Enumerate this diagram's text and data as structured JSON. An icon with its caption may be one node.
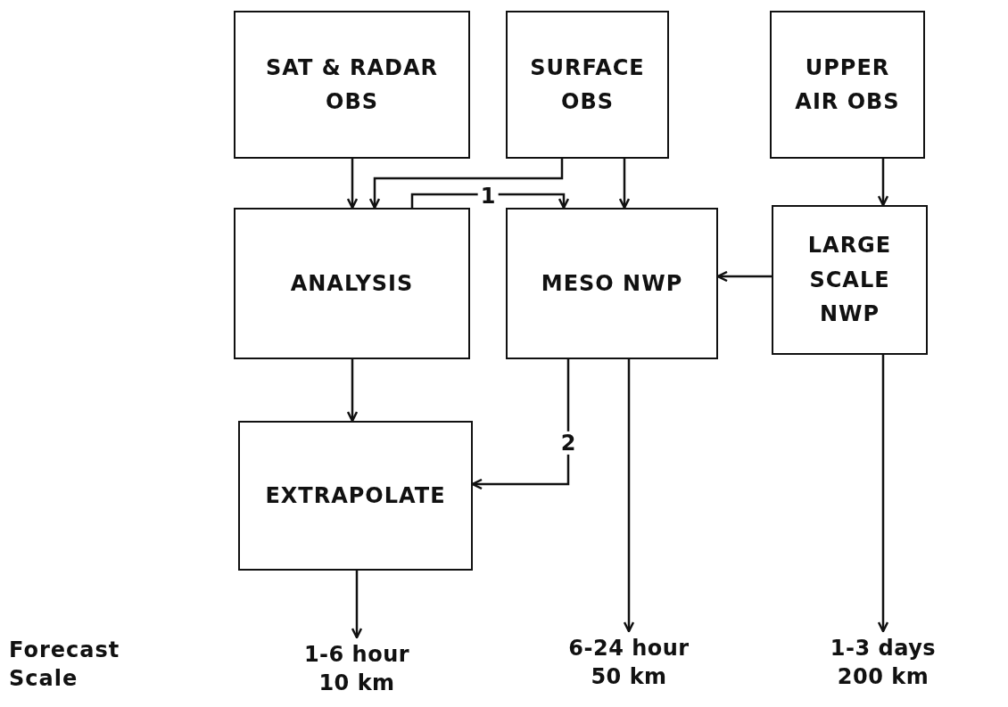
{
  "diagram": {
    "nodes": [
      {
        "text": [
          "SAT & RADAR OBS"
        ]
      },
      {
        "text": [
          "SURFACE OBS"
        ]
      },
      {
        "text": [
          "UPPER AIR OBS"
        ]
      },
      {
        "text": [
          "ANALYSIS"
        ]
      },
      {
        "text": [
          "MESO NWP"
        ]
      },
      {
        "text": [
          "LARGE SCALE NWP"
        ]
      },
      {
        "text": [
          "EXTRAPOLATE"
        ]
      },
      {
        "text": [
          "1-6 hour 10 km"
        ]
      },
      {
        "text": [
          "6-24 hour 50 km"
        ]
      },
      {
        "text": [
          "1-3 days 200 km"
        ]
      }
    ],
    "edges": [
      {
        "from": 0,
        "to": 3,
        "arrow": "to"
      },
      {
        "from": 1,
        "to": 3,
        "arrow": "to"
      },
      {
        "from": 1,
        "to": 4,
        "arrow": "to"
      },
      {
        "from": 2,
        "to": 5,
        "arrow": "to"
      },
      {
        "from": 5,
        "to": 4,
        "arrow": "to"
      },
      {
        "from": 3,
        "to": 4,
        "arrow": "to",
        "label": "1"
      },
      {
        "from": 3,
        "to": 6,
        "arrow": "to"
      },
      {
        "from": 4,
        "to": 6,
        "arrow": "to",
        "label": "2"
      },
      {
        "from": 6,
        "to": 7,
        "arrow": "to"
      },
      {
        "from": 4,
        "to": 8,
        "arrow": "to"
      },
      {
        "from": 5,
        "to": 9,
        "arrow": "to"
      }
    ],
    "labels": [
      "Forecast Scale"
    ]
  }
}
